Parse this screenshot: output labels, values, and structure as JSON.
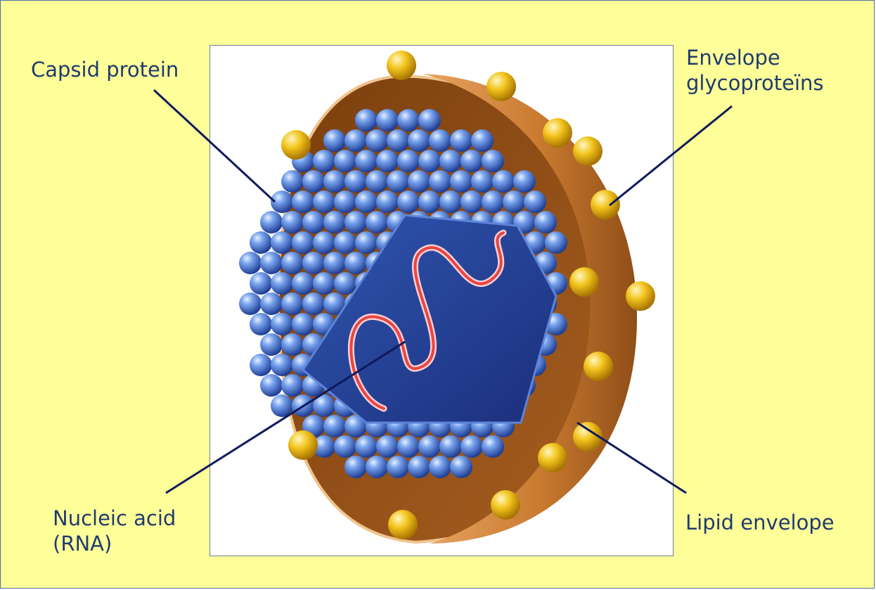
{
  "colors": {
    "background": "#ffff99",
    "label_text": "#1f3b6e",
    "leader_line": "#0f1a5c",
    "capsid_blue": "#3a6fd0",
    "envelope_orange": "#c8782e",
    "glycoprotein_gold": "#e8b420",
    "rna_red": "#e64a4a"
  },
  "labels": {
    "capsid_protein": "Capsid protein",
    "envelope_glycoproteins": "Envelope\nglycoproteïns",
    "nucleic_acid": "Nucleic acid\n(RNA)",
    "lipid_envelope": "Lipid envelope"
  }
}
